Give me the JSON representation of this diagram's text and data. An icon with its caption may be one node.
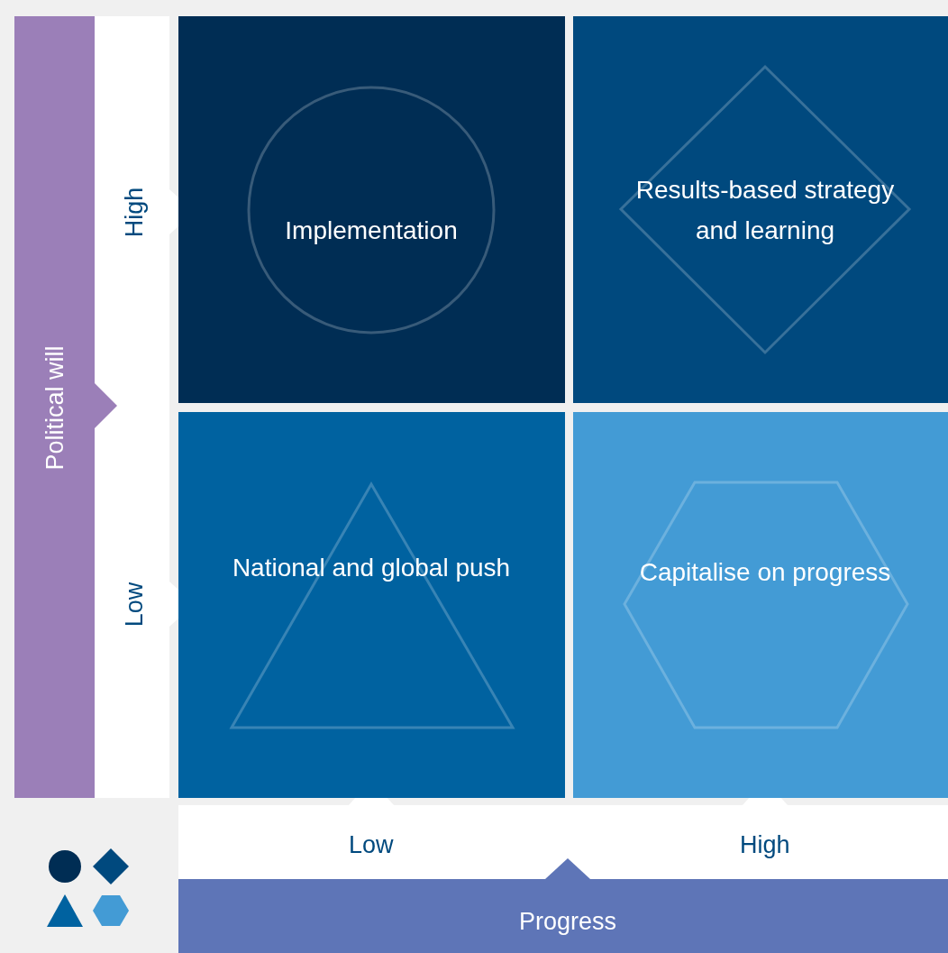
{
  "diagram": {
    "nodes": [
      {
        "text": [
          "Implementation"
        ]
      },
      {
        "text": [
          "Results-based strategy and learning"
        ]
      },
      {
        "text": [
          "National and global push"
        ]
      },
      {
        "text": [
          "Capitalise on progress"
        ]
      }
    ],
    "labels": [
      "High",
      "Political will",
      "Low",
      "Low",
      "High",
      "Progress"
    ]
  }
}
